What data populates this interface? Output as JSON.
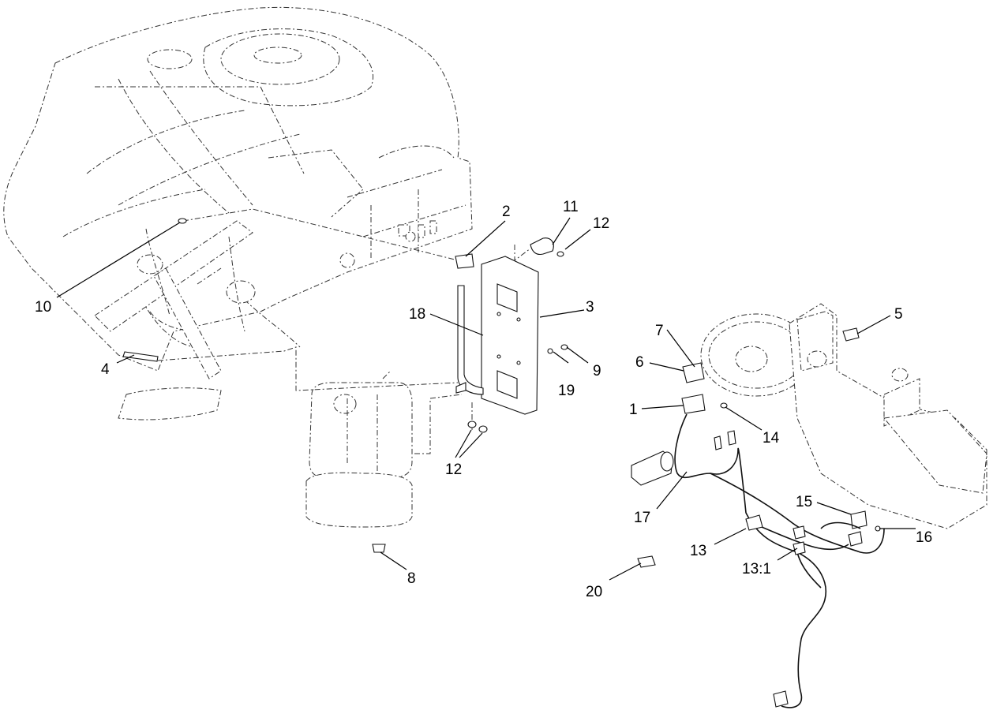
{
  "callouts": [
    {
      "id": "1",
      "label": "1"
    },
    {
      "id": "2",
      "label": "2"
    },
    {
      "id": "3",
      "label": "3"
    },
    {
      "id": "4",
      "label": "4"
    },
    {
      "id": "5",
      "label": "5"
    },
    {
      "id": "6",
      "label": "6"
    },
    {
      "id": "7",
      "label": "7"
    },
    {
      "id": "8",
      "label": "8"
    },
    {
      "id": "9",
      "label": "9"
    },
    {
      "id": "10",
      "label": "10"
    },
    {
      "id": "11",
      "label": "11"
    },
    {
      "id": "12a",
      "label": "12"
    },
    {
      "id": "12b",
      "label": "12"
    },
    {
      "id": "13",
      "label": "13"
    },
    {
      "id": "13_1",
      "label": "13:1"
    },
    {
      "id": "14",
      "label": "14"
    },
    {
      "id": "15",
      "label": "15"
    },
    {
      "id": "16",
      "label": "16"
    },
    {
      "id": "17",
      "label": "17"
    },
    {
      "id": "18",
      "label": "18"
    },
    {
      "id": "19",
      "label": "19"
    },
    {
      "id": "20",
      "label": "20"
    }
  ]
}
